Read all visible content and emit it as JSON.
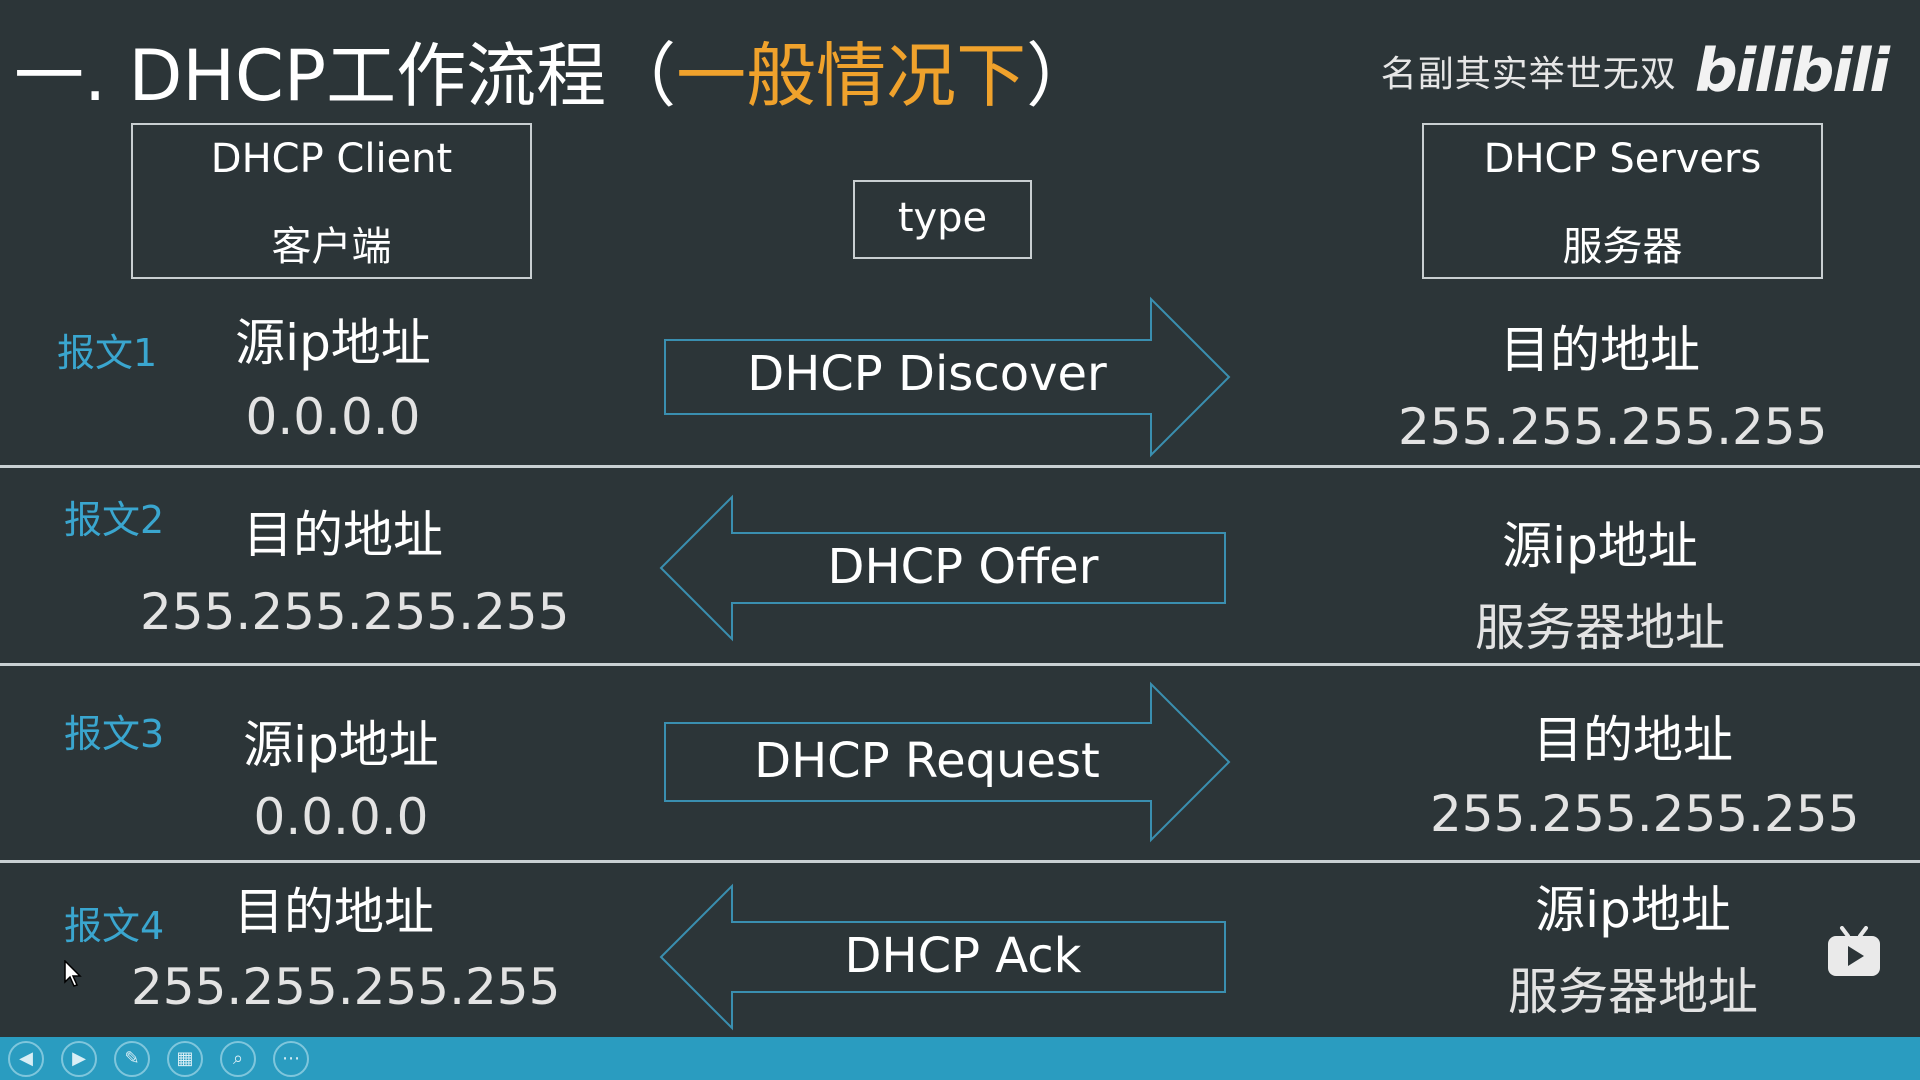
{
  "title": {
    "prefix": "一. DHCP工作流程（",
    "highlight": "一般情况下",
    "suffix": "）"
  },
  "watermark": {
    "text": "名副其实举世无双",
    "logo": "bilibili"
  },
  "client_box": {
    "line1": "DHCP Client",
    "line2": "客户端"
  },
  "type_box": "type",
  "server_box": {
    "line1": "DHCP Servers",
    "line2": "服务器"
  },
  "messages": [
    {
      "label": "报文1",
      "client_line1": "源ip地址",
      "client_line2": "0.0.0.0",
      "arrow": "DHCP Discover",
      "direction": "right",
      "server_line1": "目的地址",
      "server_line2": "255.255.255.255"
    },
    {
      "label": "报文2",
      "client_line1": "目的地址",
      "client_line2": "255.255.255.255",
      "arrow": "DHCP Offer",
      "direction": "left",
      "server_line1": "源ip地址",
      "server_line2": "服务器地址"
    },
    {
      "label": "报文3",
      "client_line1": "源ip地址",
      "client_line2": "0.0.0.0",
      "arrow": "DHCP Request",
      "direction": "right",
      "server_line1": "目的地址",
      "server_line2": "255.255.255.255"
    },
    {
      "label": "报文4",
      "client_line1": "目的地址",
      "client_line2": "255.255.255.255",
      "arrow": "DHCP Ack",
      "direction": "left",
      "server_line1": "源ip地址",
      "server_line2": "服务器地址"
    }
  ],
  "toolbar": {
    "buttons": [
      {
        "name": "previous-slide-button",
        "icon": "◀"
      },
      {
        "name": "next-slide-button",
        "icon": "▶"
      },
      {
        "name": "pen-tool-button",
        "icon": "✎"
      },
      {
        "name": "slide-overview-button",
        "icon": "▦"
      },
      {
        "name": "zoom-button",
        "icon": "⌕"
      },
      {
        "name": "more-options-button",
        "icon": "⋯"
      }
    ]
  },
  "colors": {
    "background": "#2c3538",
    "highlight": "#f0a22c",
    "label_blue": "#3aa6cf",
    "arrow_stroke": "#3a8fb0",
    "toolbar": "#2a9cc0"
  }
}
